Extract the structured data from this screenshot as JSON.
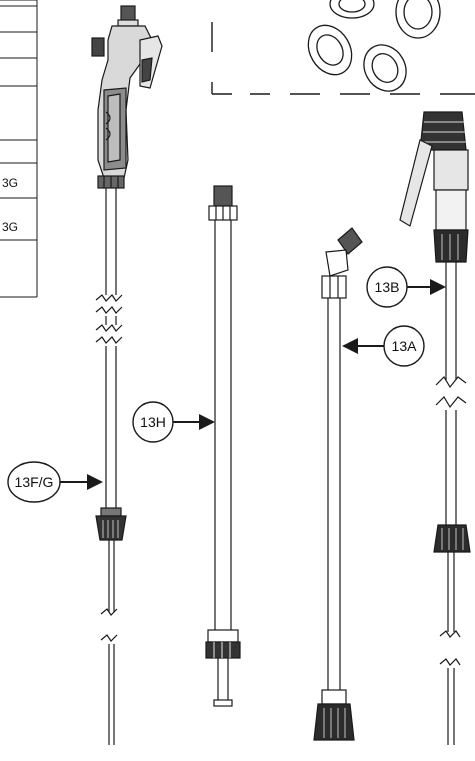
{
  "parts_table": {
    "visible_cells": [
      "3G",
      "3G"
    ]
  },
  "callouts": {
    "wand_13fg": "13F/G",
    "extension_13h": "13H",
    "angled_wand_13a": "13A",
    "shield_wand_13b": "13B"
  },
  "colors": {
    "line": "#1a1a1a",
    "handle_gray": "#d9d9d9",
    "handle_dark": "#333333",
    "grip_mid": "#8c8c8c"
  },
  "icons": {
    "trigger_handle": "spray-gun-handle-icon",
    "o_rings": "o-ring-seals-icon"
  }
}
